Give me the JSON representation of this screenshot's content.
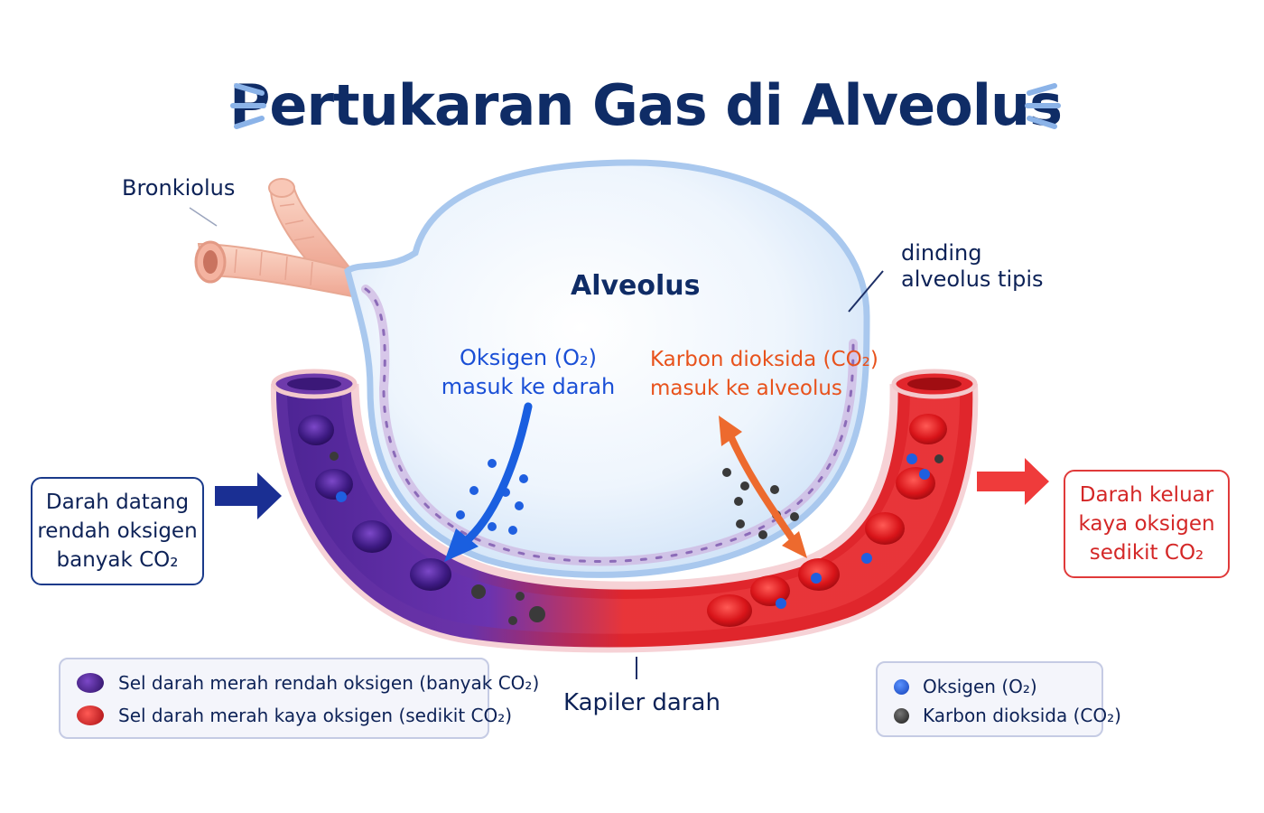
{
  "title": "Pertukaran Gas di Alveolus",
  "labels": {
    "bronkiolus": "Bronkiolus",
    "alveolus": "Alveolus",
    "wall": [
      "dinding",
      "alveolus tipis"
    ],
    "oxygen_flow": [
      "Oksigen (O₂)",
      "masuk ke darah"
    ],
    "co2_flow": [
      "Karbon dioksida (CO₂)",
      "masuk ke alveolus"
    ],
    "capillary": "Kapiler darah"
  },
  "blood_in": [
    "Darah datang",
    "rendah oksigen",
    "banyak CO₂"
  ],
  "blood_out": [
    "Darah keluar",
    "kaya oksigen",
    "sedikit CO₂"
  ],
  "legend_cells": [
    {
      "label": "Sel darah merah rendah oksigen (banyak CO₂)",
      "color": "#4b1f8e"
    },
    {
      "label": "Sel darah merah kaya oksigen (sedikit CO₂)",
      "color": "#e21f26"
    }
  ],
  "legend_molecules": [
    {
      "label": "Oksigen (O₂)",
      "color": "#1f5fe0"
    },
    {
      "label": "Karbon dioksida (CO₂)",
      "color": "#2b2b2b"
    }
  ],
  "colors": {
    "title": "#0f2c66",
    "oxygen_text": "#1a4fd6",
    "co2_text": "#e8521c",
    "deoxygenated": "#5a2fa0",
    "oxygenated": "#e21f26"
  }
}
